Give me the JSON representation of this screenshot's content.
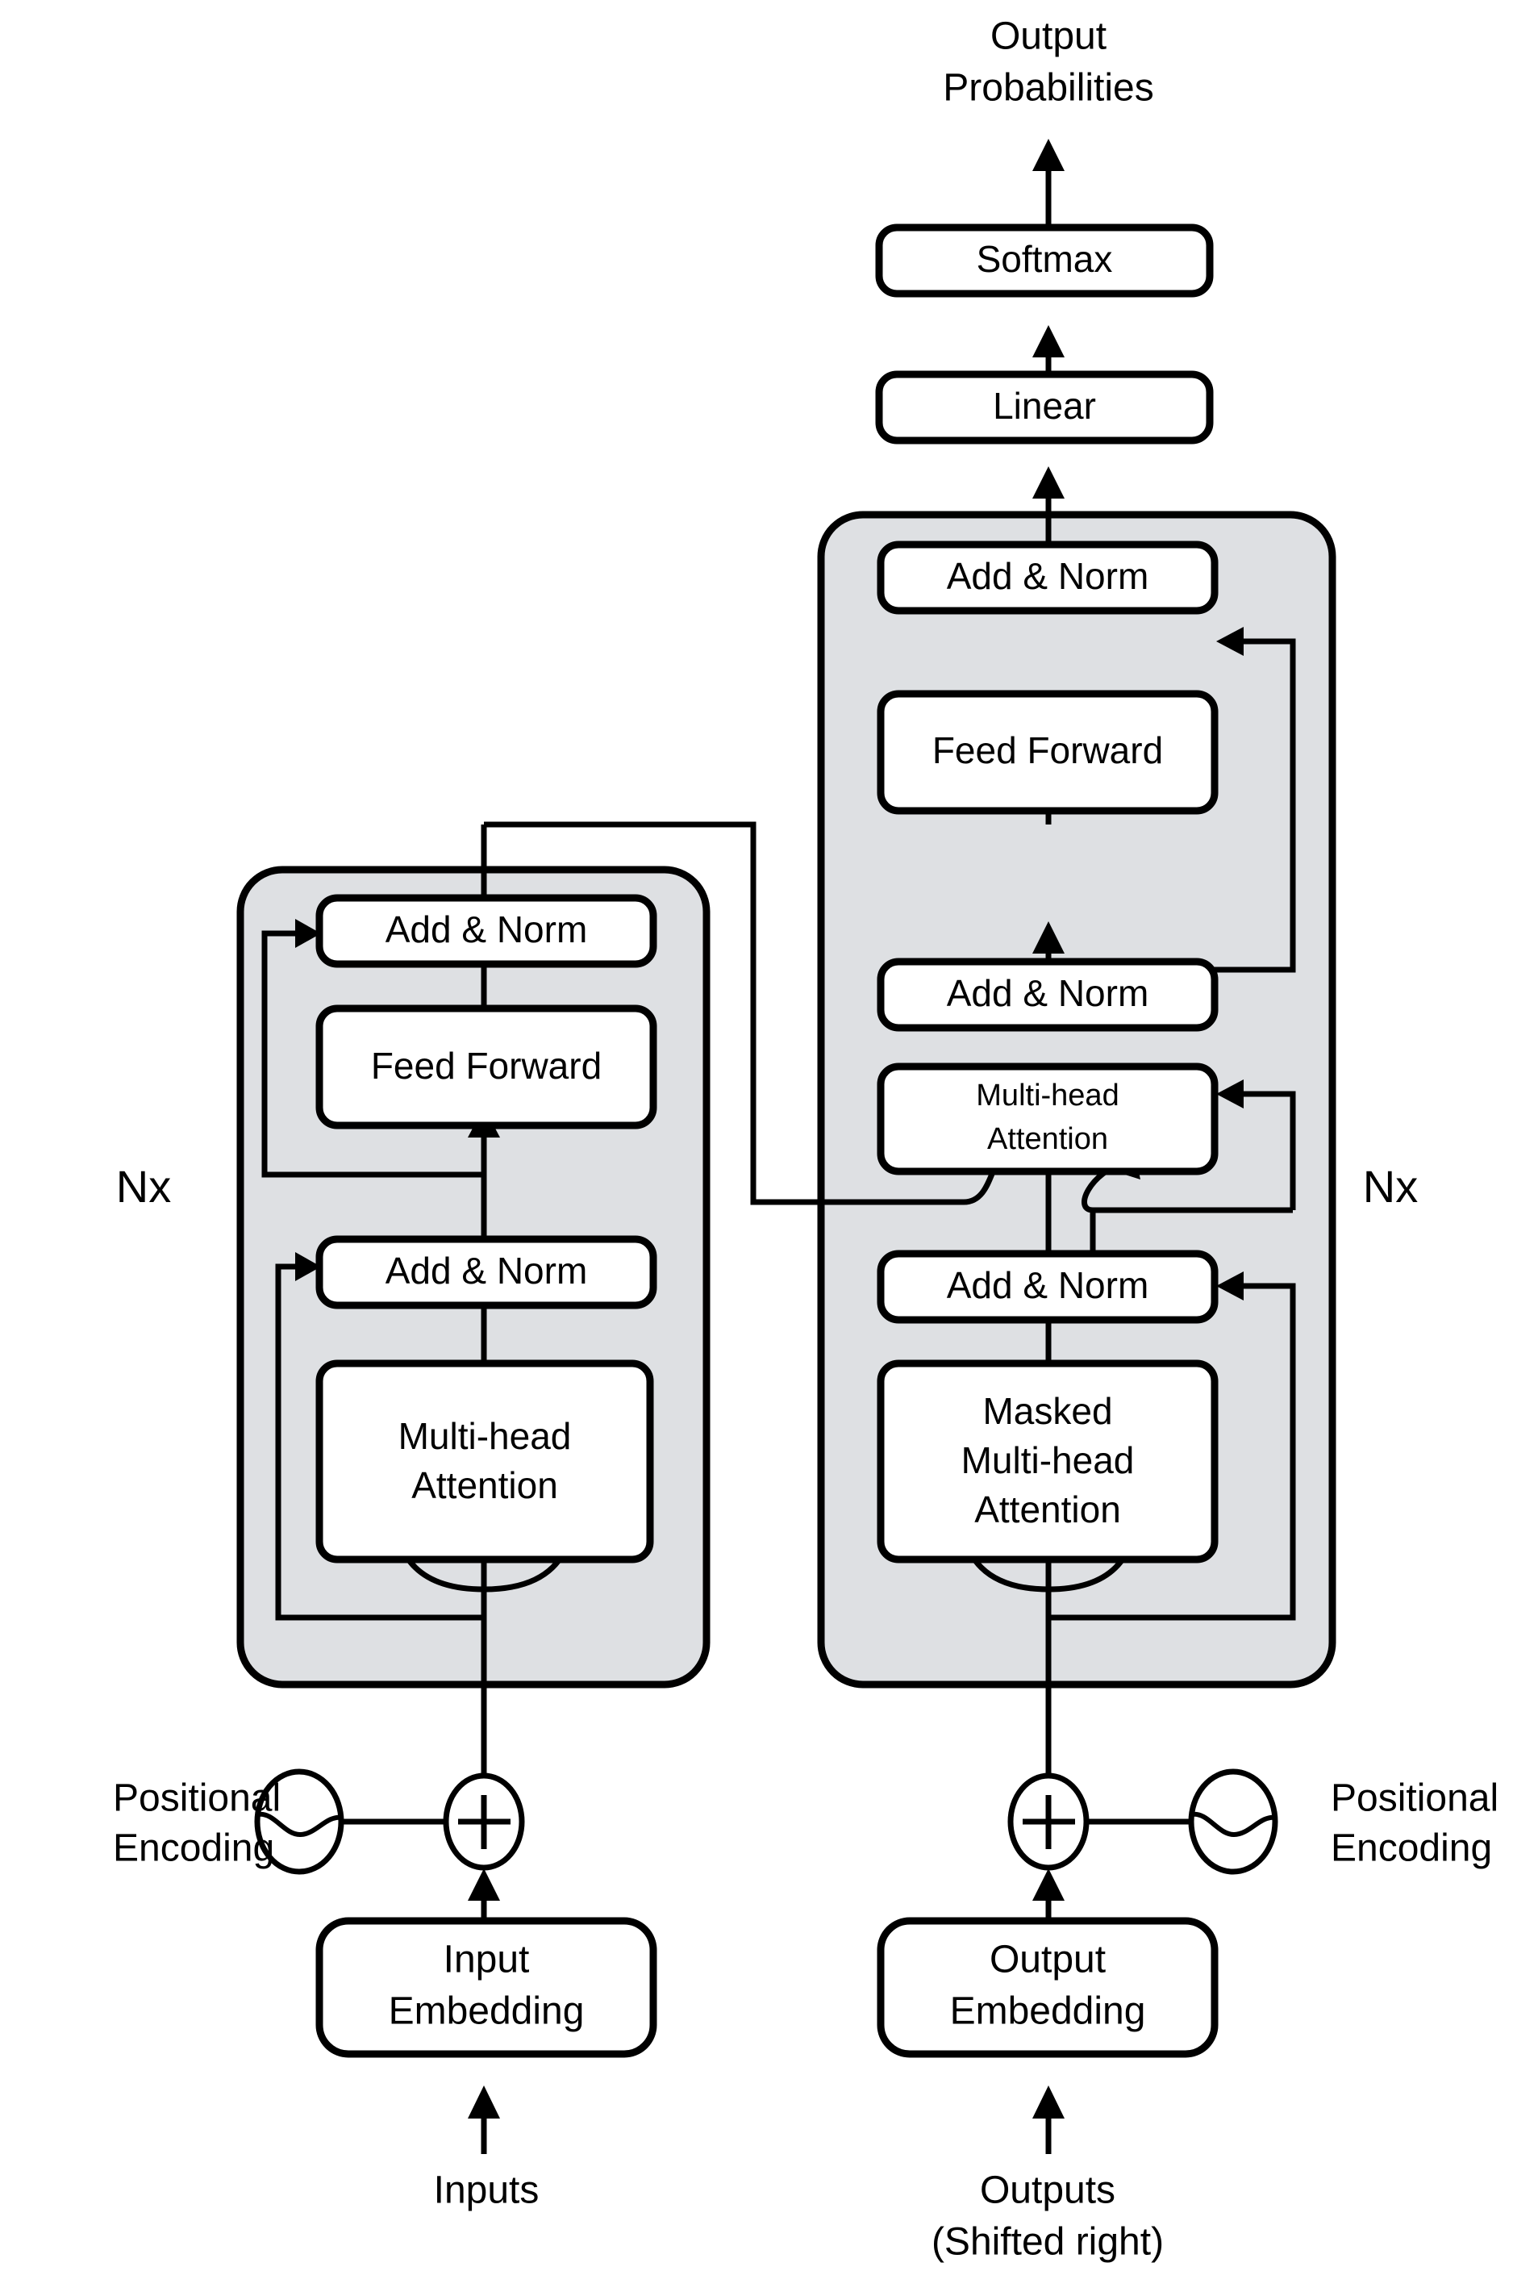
{
  "diagram": {
    "title": "Transformer model architecture",
    "colors": {
      "panel_fill": "#dee0e3",
      "box_fill": "#ffffff",
      "stroke": "#000000",
      "background": "#ffffff"
    }
  },
  "top": {
    "output_probabilities_line1": "Output",
    "output_probabilities_line2": "Probabilities",
    "softmax": "Softmax",
    "linear": "Linear"
  },
  "encoder": {
    "stack_label": "Nx",
    "blocks": [
      {
        "label": "Add & Norm"
      },
      {
        "label": "Feed Forward"
      },
      {
        "label": "Add & Norm"
      },
      {
        "label_line1": "Multi-head",
        "label_line2": "Attention"
      }
    ],
    "positional_encoding_line1": "Positional",
    "positional_encoding_line2": "Encoding",
    "embedding_line1": "Input",
    "embedding_line2": "Embedding",
    "input_label": "Inputs",
    "add_symbol": "+"
  },
  "decoder": {
    "stack_label": "Nx",
    "blocks": [
      {
        "label": "Add & Norm"
      },
      {
        "label": "Feed Forward"
      },
      {
        "label": "Add & Norm"
      },
      {
        "label_line1": "Multi-head",
        "label_line2": "Attention"
      },
      {
        "label": "Add & Norm"
      },
      {
        "label_line1": "Masked",
        "label_line2": "Multi-head",
        "label_line3": "Attention"
      }
    ],
    "positional_encoding_line1": "Positional",
    "positional_encoding_line2": "Encoding",
    "embedding_line1": "Output",
    "embedding_line2": "Embedding",
    "input_line1": "Outputs",
    "input_line2": "(Shifted right)",
    "add_symbol": "+"
  }
}
